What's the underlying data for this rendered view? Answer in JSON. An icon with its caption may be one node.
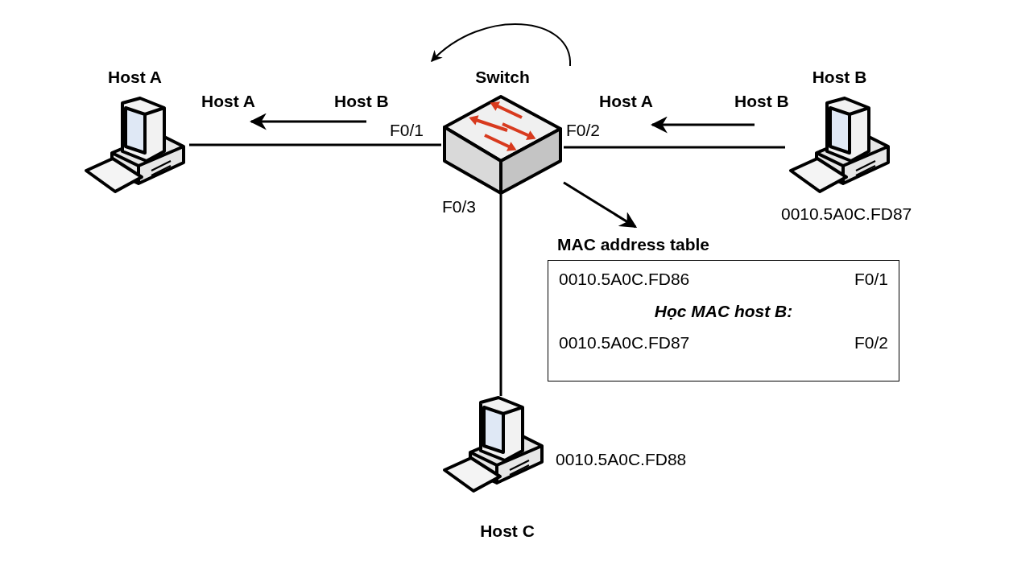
{
  "diagram": {
    "nodes": [
      {
        "text": [
          "Switch"
        ]
      },
      {
        "text": [
          "Host A"
        ]
      },
      {
        "text": [
          "Host B"
        ],
        "beside": [
          "0010.5A0C.FD87"
        ]
      },
      {
        "text": [
          "Host C"
        ],
        "beside": [
          "0010.5A0C.FD88"
        ]
      },
      {
        "text": [
          "MAC address table",
          "0010.5A0C.FD86",
          "F0/1",
          "Học MAC host B:",
          "0010.5A0C.FD87",
          "F0/2"
        ]
      }
    ],
    "edges": [
      {
        "from": 0,
        "to": 1,
        "arrow": "none"
      },
      {
        "from": 0,
        "to": 2,
        "arrow": "none"
      },
      {
        "from": 0,
        "to": 3,
        "arrow": "none"
      },
      {
        "from": 0,
        "to": 4,
        "arrow": "to"
      }
    ],
    "labels": [
      "Host A",
      "Host B",
      "F0/1",
      "Host A",
      "Host B",
      "F0/2",
      "F0/3"
    ]
  }
}
